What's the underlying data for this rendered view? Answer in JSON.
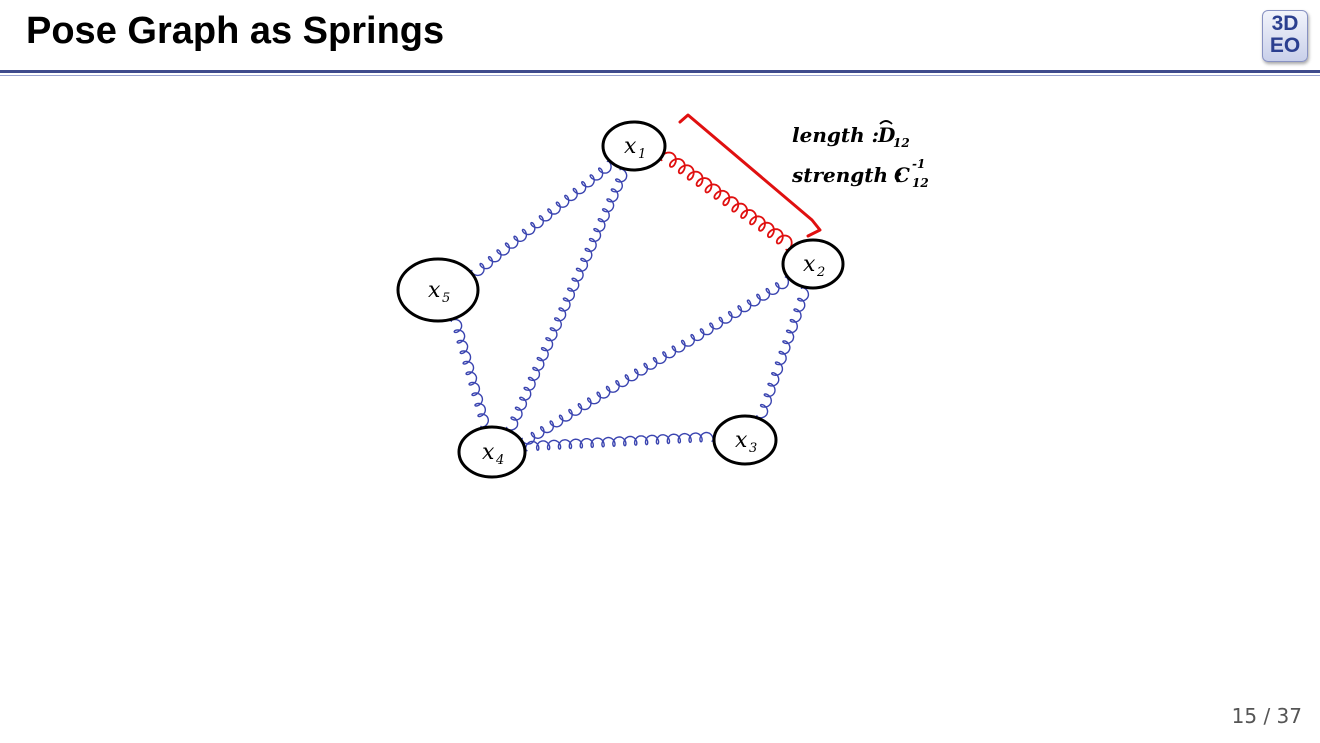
{
  "slide": {
    "title": "Pose Graph as Springs",
    "logo_top": "3D",
    "logo_bottom": "EO",
    "page_number": "15 / 37"
  },
  "nodes": [
    {
      "id": "x1",
      "label": "x",
      "sub": "1"
    },
    {
      "id": "x2",
      "label": "x",
      "sub": "2"
    },
    {
      "id": "x3",
      "label": "x",
      "sub": "3"
    },
    {
      "id": "x4",
      "label": "x",
      "sub": "4"
    },
    {
      "id": "x5",
      "label": "x",
      "sub": "5"
    }
  ],
  "edges": [
    {
      "from": "x1",
      "to": "x2",
      "highlight": true
    },
    {
      "from": "x1",
      "to": "x5",
      "highlight": false
    },
    {
      "from": "x1",
      "to": "x4",
      "highlight": false
    },
    {
      "from": "x2",
      "to": "x4",
      "highlight": false
    },
    {
      "from": "x2",
      "to": "x3",
      "highlight": false
    },
    {
      "from": "x5",
      "to": "x4",
      "highlight": false
    },
    {
      "from": "x4",
      "to": "x3",
      "highlight": false
    }
  ],
  "annotation": {
    "length_label": "length :",
    "length_symbol": "D",
    "length_sub": "12",
    "strength_label": "strength :",
    "strength_symbol": "C",
    "strength_sub": "12",
    "strength_sup": "-1"
  },
  "colors": {
    "highlight_spring": "#e01010",
    "spring": "#3a44b0",
    "ink": "#000000",
    "header_rule": "#3f4b8c"
  }
}
